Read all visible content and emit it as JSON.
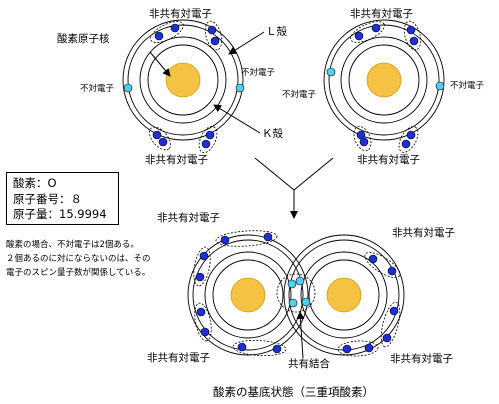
{
  "labels": {
    "lone_pair": "非共有対電子",
    "unpaired": "不対電子",
    "nucleus": "酸素原子核",
    "l_shell": "Ｌ殻",
    "k_shell": "Ｋ殻",
    "covalent": "共有結合"
  },
  "info": {
    "element": "酸素：O",
    "atomic_number": "原子番号：８",
    "atomic_mass": "原子量：15.9994"
  },
  "note": {
    "line1": "酸素の場合、不対電子は2個ある。",
    "line2": "２個あるのに対にならないのは、その",
    "line3": "電子のスピン量子数が関係している。"
  },
  "caption": "酸素の基底状態（三重項酸素）",
  "colors": {
    "nucleus": "#f5c242",
    "nucleus_edge": "#d79a10",
    "paired_electron": "#1f2fd6",
    "unpaired_electron": "#4fd0f0",
    "shell_line": "#000000"
  }
}
